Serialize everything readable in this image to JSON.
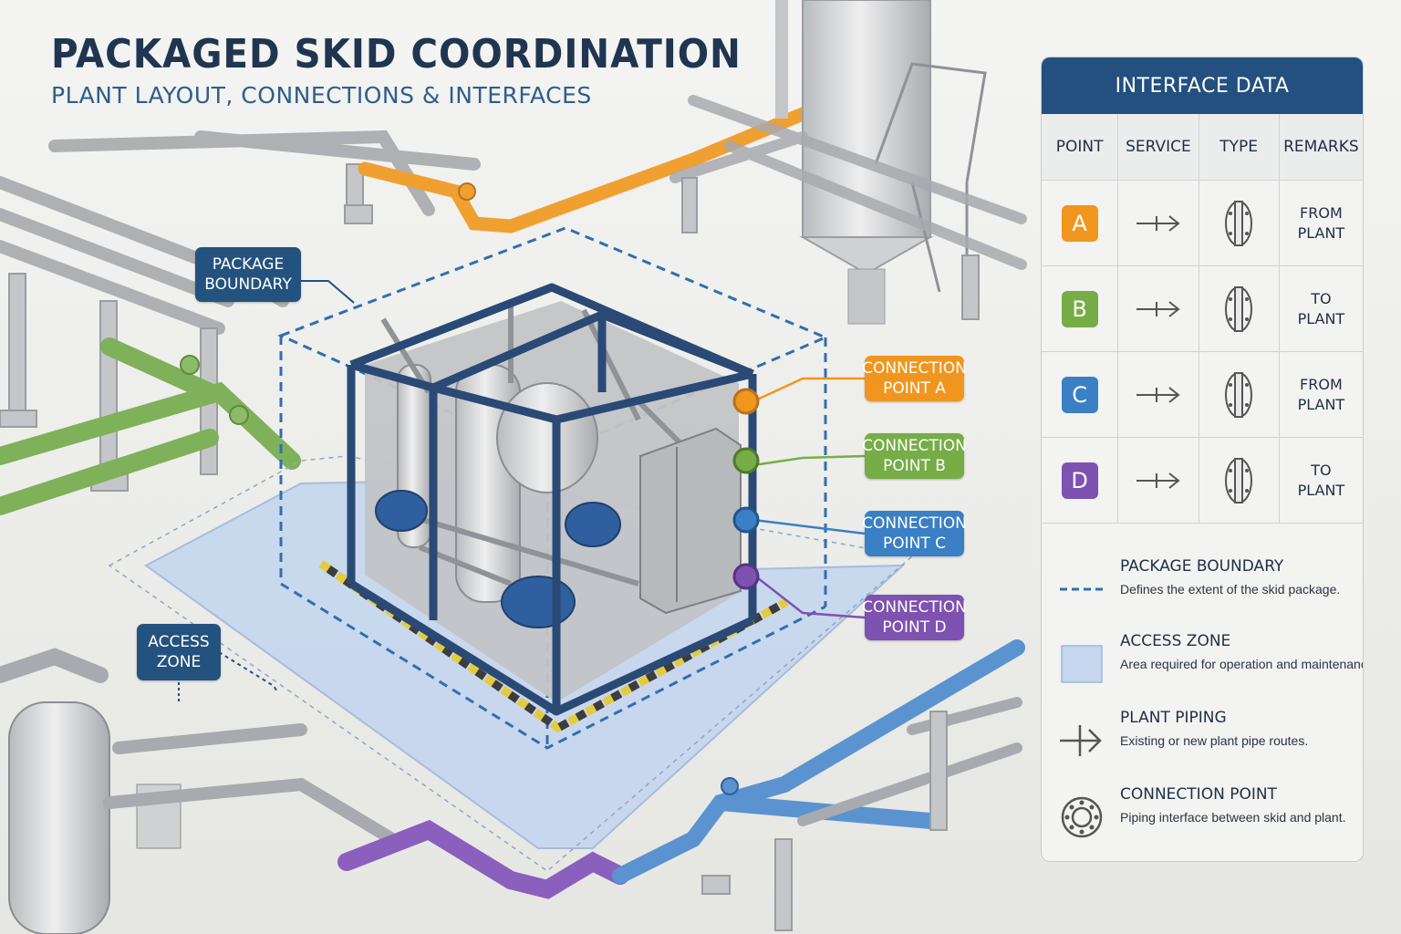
{
  "title": "PACKAGED SKID COORDINATION",
  "subtitle": "PLANT LAYOUT, CONNECTIONS & INTERFACES",
  "callouts": {
    "package_boundary": [
      "PACKAGE",
      "BOUNDARY"
    ],
    "access_zone": [
      "ACCESS",
      "ZONE"
    ],
    "connection_a": [
      "CONNECTION",
      "POINT A"
    ],
    "connection_b": [
      "CONNECTION",
      "POINT B"
    ],
    "connection_c": [
      "CONNECTION",
      "POINT C"
    ],
    "connection_d": [
      "CONNECTION",
      "POINT D"
    ]
  },
  "colors": {
    "a": "#f0961e",
    "b": "#76ad47",
    "c": "#3b7fc4",
    "d": "#7e52b0",
    "navy": "#24527f",
    "boundary": "#2f6fb3",
    "access": "#c5d6ee"
  },
  "panel": {
    "title": "INTERFACE DATA",
    "headers": [
      "POINT",
      "SERVICE",
      "TYPE",
      "REMARKS"
    ],
    "rows": [
      {
        "point": "A",
        "service_icon": "arrow-right-cross-icon",
        "type_icon": "flange-icon",
        "remarks": [
          "FROM",
          "PLANT"
        ]
      },
      {
        "point": "B",
        "service_icon": "arrow-right-cross-icon",
        "type_icon": "flange-icon",
        "remarks": [
          "TO",
          "PLANT"
        ]
      },
      {
        "point": "C",
        "service_icon": "arrow-right-cross-icon",
        "type_icon": "flange-icon",
        "remarks": [
          "FROM",
          "PLANT"
        ]
      },
      {
        "point": "D",
        "service_icon": "arrow-right-cross-icon",
        "type_icon": "flange-icon",
        "remarks": [
          "TO",
          "PLANT"
        ]
      }
    ],
    "legend": [
      {
        "title": "PACKAGE BOUNDARY",
        "desc": "Defines the extent of the skid package.",
        "icon": "dashed-line-icon"
      },
      {
        "title": "ACCESS ZONE",
        "desc": "Area required for operation and maintenance.",
        "icon": "shaded-area-icon"
      },
      {
        "title": "PLANT PIPING",
        "desc": "Existing or new plant pipe routes.",
        "icon": "pipe-arrow-icon"
      },
      {
        "title": "CONNECTION POINT",
        "desc": "Piping interface between skid and plant.",
        "icon": "flange-circle-icon"
      }
    ]
  }
}
